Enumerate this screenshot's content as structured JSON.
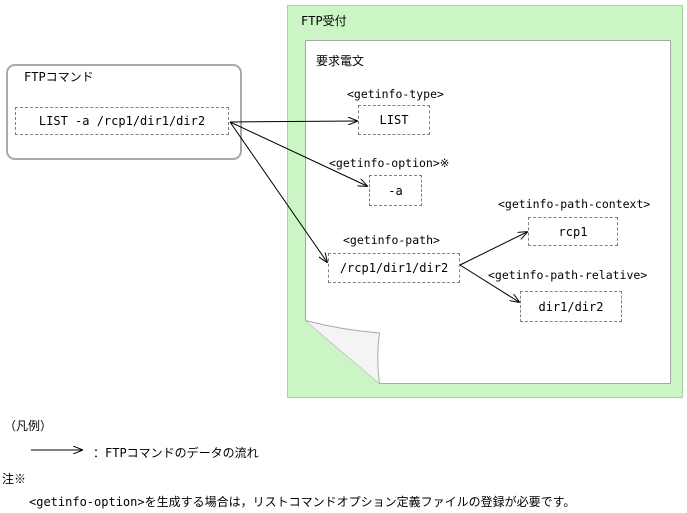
{
  "ftp_command": {
    "title": "FTPコマンド",
    "value": "LIST -a /rcp1/dir1/dir2"
  },
  "ftp_reception": {
    "title": "FTP受付",
    "request": {
      "title": "要求電文",
      "type": {
        "tag": "<getinfo-type>",
        "value": "LIST"
      },
      "option": {
        "tag": "<getinfo-option>※",
        "value": "-a"
      },
      "path": {
        "tag": "<getinfo-path>",
        "value": "/rcp1/dir1/dir2"
      },
      "path_context": {
        "tag": "<getinfo-path-context>",
        "value": "rcp1"
      },
      "path_relative": {
        "tag": "<getinfo-path-relative>",
        "value": "dir1/dir2"
      }
    }
  },
  "legend": {
    "title": "（凡例）",
    "arrow_text": "：FTPコマンドのデータの流れ"
  },
  "note": {
    "title": "注※",
    "text": "<getinfo-option>を生成する場合は，リストコマンドオプション定義ファイルの登録が必要です。"
  },
  "colors": {
    "reception_bg": "#ccf5c5",
    "reception_border": "#9fd89a",
    "dashed_border": "#808080",
    "command_border": "#a9a9a9"
  }
}
